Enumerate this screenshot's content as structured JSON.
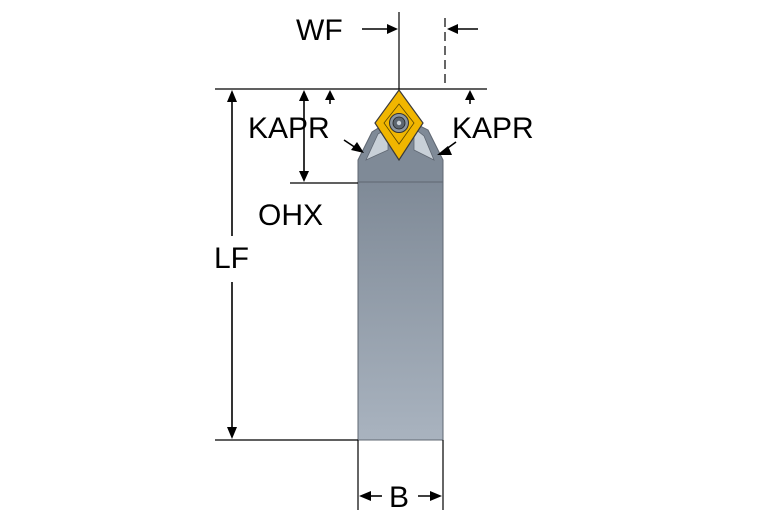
{
  "labels": {
    "wf": "WF",
    "kapr_left": "KAPR",
    "kapr_right": "KAPR",
    "ohx": "OHX",
    "lf": "LF",
    "b": "B"
  },
  "colors": {
    "shank": "#8e99a6",
    "shank_gradient_light": "#aab4c0",
    "insert": "#f1b600",
    "screw": "#7a8490",
    "lines": "#000000",
    "background": "#ffffff"
  },
  "icons": {
    "insert_screw": "torx-screw-icon"
  }
}
